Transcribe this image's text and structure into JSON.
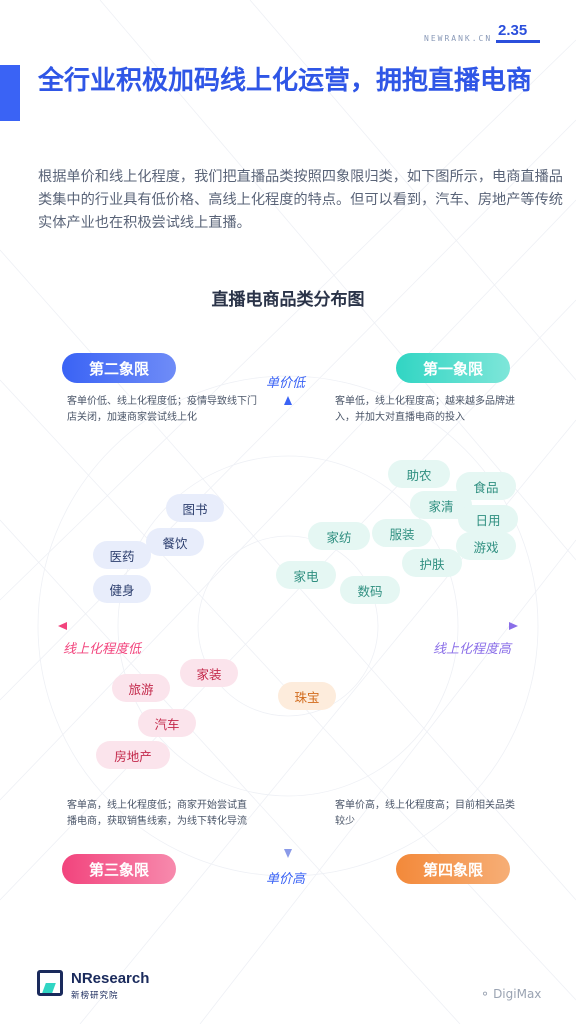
{
  "header": {
    "brand": "NEWRANK.CN",
    "date": "2.35"
  },
  "title": "全行业积极加码线上化运营，拥抱直播电商",
  "description": "根据单价和线上化程度，我们把直播品类按照四象限归类，如下图所示，电商直播品类集中的行业具有低价格、高线上化程度的特点。但可以看到，汽车、房地产等传统实体产业也在积极尝试线上直播。",
  "chart": {
    "title": "直播电商品类分布图",
    "axes": {
      "top": "单价低",
      "bottom": "单价高",
      "left": "线上化程度低",
      "right": "线上化程度高"
    },
    "quadrants": {
      "q1": {
        "label": "第一象限",
        "note": "客单低，线上化程度高；越来越多品牌进入，并加大对直播电商的投入"
      },
      "q2": {
        "label": "第二象限",
        "note": "客单价低、线上化程度低；疫情导致线下门店关闭，加速商家尝试线上化"
      },
      "q3": {
        "label": "第三象限",
        "note": "客单高，线上化程度低；商家开始尝试直播电商，获取销售线索，为线下转化导流"
      },
      "q4": {
        "label": "第四象限",
        "note": "客单价高，线上化程度高；目前相关品类较少"
      }
    },
    "categories": {
      "q1": [
        "助农",
        "食品",
        "家清",
        "日用",
        "家纺",
        "服装",
        "游戏",
        "护肤",
        "家电",
        "数码"
      ],
      "q2": [
        "图书",
        "餐饮",
        "医药",
        "健身"
      ],
      "q3": [
        "家装",
        "旅游",
        "汽车",
        "房地产"
      ],
      "q4": [
        "珠宝"
      ]
    },
    "colors": {
      "axis_vertical": "#3a63f5",
      "axis_horizontal": "#8a6ee8",
      "q1": "#31d5c3",
      "q2": "#3a63f5",
      "q3": "#f2447d",
      "q4": "#f3893a"
    }
  },
  "footer": {
    "brand": "NResearch",
    "brand_sub": "新榜研究院",
    "watermark": "DigiMax",
    "watermark_icon": "wechat-icon"
  }
}
